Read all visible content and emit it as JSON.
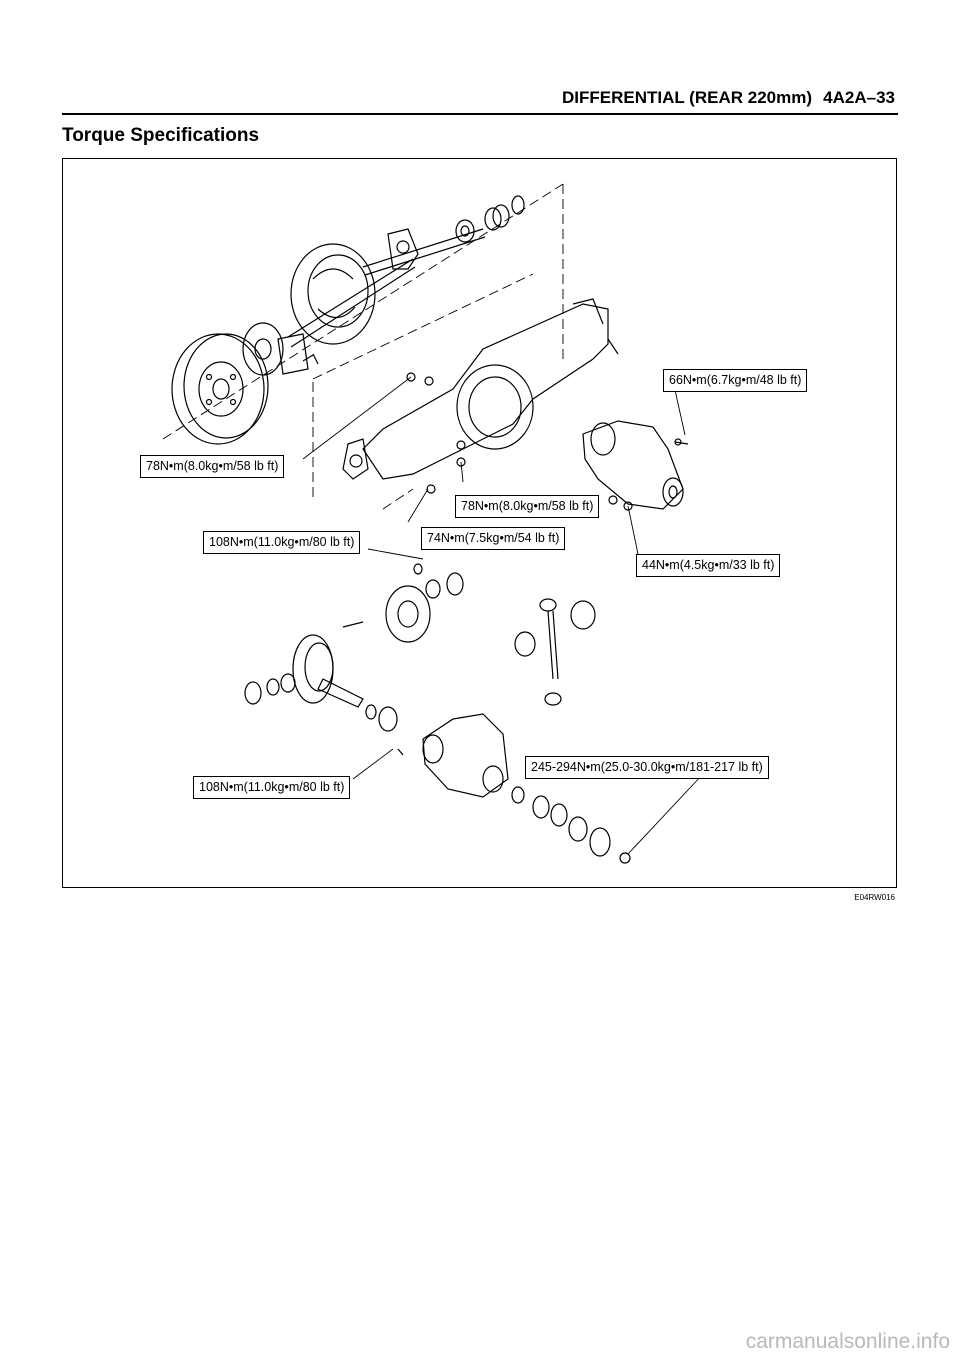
{
  "header": {
    "section_title": "DIFFERENTIAL (REAR 220mm)",
    "page_number": "4A2A–33"
  },
  "page_title": "Torque Specifications",
  "figure": {
    "callouts": [
      "66N•m(6.7kg•m/48 lb ft)",
      "78N•m(8.0kg•m/58 lb ft)",
      "78N•m(8.0kg•m/58 lb ft)",
      "74N•m(7.5kg•m/54 lb ft)",
      "108N•m(11.0kg•m/80 lb ft)",
      "44N•m(4.5kg•m/33 lb ft)",
      "245-294N•m(25.0-30.0kg•m/181-217 lb ft)",
      "108N•m(11.0kg•m/80 lb ft)"
    ],
    "figure_code": "E04RW016"
  },
  "watermark": "carmanualsonline.info"
}
